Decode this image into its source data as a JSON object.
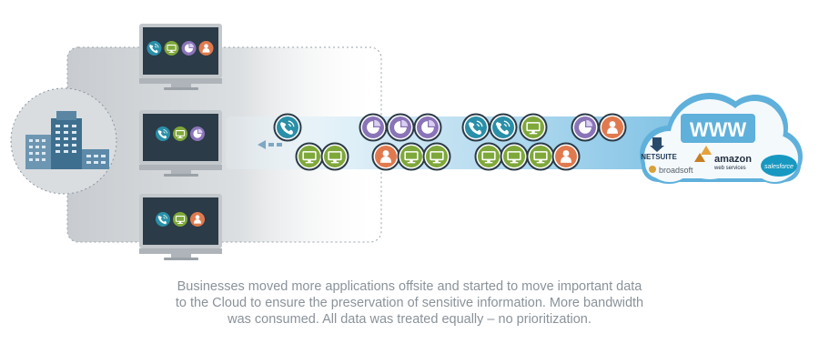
{
  "colors": {
    "phone": "#2a8fa8",
    "screen": "#7fa83a",
    "pie": "#8a74b8",
    "person": "#e07a4e",
    "monitor": "#2b3b47",
    "panel": "#cfd3d6",
    "stream": "#8ec8e6",
    "cloud": "#5fb0db"
  },
  "cloud": {
    "label": "WWW",
    "logos": {
      "netsuite": "NETSUITE",
      "broadsoft": "broadsoft",
      "amazon": "amazon",
      "amazon_sub": "web services",
      "salesforce": "salesforce"
    }
  },
  "monitors": [
    {
      "icons": [
        "phone-icon",
        "screen-icon",
        "pie-icon",
        "person-icon"
      ]
    },
    {
      "icons": [
        "phone-icon",
        "screen-icon",
        "pie-icon"
      ]
    },
    {
      "icons": [
        "phone-icon",
        "screen-icon",
        "person-icon"
      ]
    }
  ],
  "stream": {
    "top_row": [
      "phone-icon",
      "pie-icon",
      "pie-icon",
      "pie-icon",
      "phone-icon",
      "phone-icon",
      "screen-icon",
      "pie-icon",
      "person-icon"
    ],
    "bottom_row": [
      "screen-icon",
      "screen-icon",
      "person-icon",
      "screen-icon",
      "screen-icon",
      "screen-icon",
      "screen-icon",
      "screen-icon",
      "person-icon"
    ]
  },
  "caption": {
    "line1": "Businesses moved more applications offsite and started to move important data",
    "line2": "to the Cloud to ensure the preservation of sensitive information. More bandwidth",
    "line3": "was consumed. All data was treated equally – no prioritization."
  }
}
